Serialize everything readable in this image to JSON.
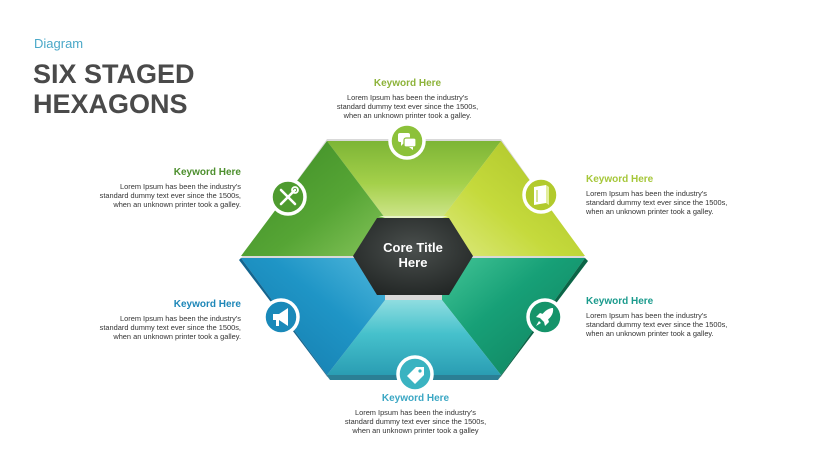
{
  "header": {
    "subtitle": "Diagram",
    "title_line1": "SIX STAGED",
    "title_line2": "HEXAGONS"
  },
  "core": {
    "line1": "Core Title",
    "line2": "Here"
  },
  "colors": {
    "top": "#8fc63f",
    "upper_right": "#b4cc2a",
    "lower_right": "#14976b",
    "bottom": "#3ab7c4",
    "lower_left": "#1b8ebf",
    "upper_left": "#4f9e2f",
    "core": "#2a2e2d"
  },
  "labels": [
    {
      "keyword": "Keyword Here",
      "color": "#8db33a",
      "desc": "Lorem Ipsum has been the industry's\nstandard dummy  text ever  since the 1500s,\nwhen  an unknown   printer took a galley."
    },
    {
      "keyword": "Keyword Here",
      "color": "#a6c73a",
      "desc": "Lorem Ipsum has been the industry's\nstandard dummy  text ever  since the 1500s,\nwhen  an unknown   printer took a galley."
    },
    {
      "keyword": "Keyword Here",
      "color": "#1b9b8d",
      "desc": "Lorem Ipsum has been the industry's\nstandard dummy  text ever  since the 1500s,\nwhen  an unknown   printer took a galley."
    },
    {
      "keyword": "Keyword Here",
      "color": "#3ba7c4",
      "desc": "Lorem Ipsum has been the industry's\nstandard dummy  text ever  since the 1500s,\nwhen  an unknown   printer took a galley"
    },
    {
      "keyword": "Keyword Here",
      "color": "#1e87b8",
      "desc": "Lorem Ipsum has been the industry's\nstandard dummy  text ever  since the 1500s,\nwhen  an unknown   printer took a galley."
    },
    {
      "keyword": "Keyword Here",
      "color": "#4d8f2e",
      "desc": "Lorem Ipsum has been the industry's\nstandard dummy  text ever  since the 1500s,\nwhen  an unknown   printer took a galley."
    }
  ],
  "icons": [
    "chat-bubbles-icon",
    "book-icon",
    "rocket-icon",
    "price-tag-icon",
    "megaphone-icon",
    "tools-icon"
  ]
}
